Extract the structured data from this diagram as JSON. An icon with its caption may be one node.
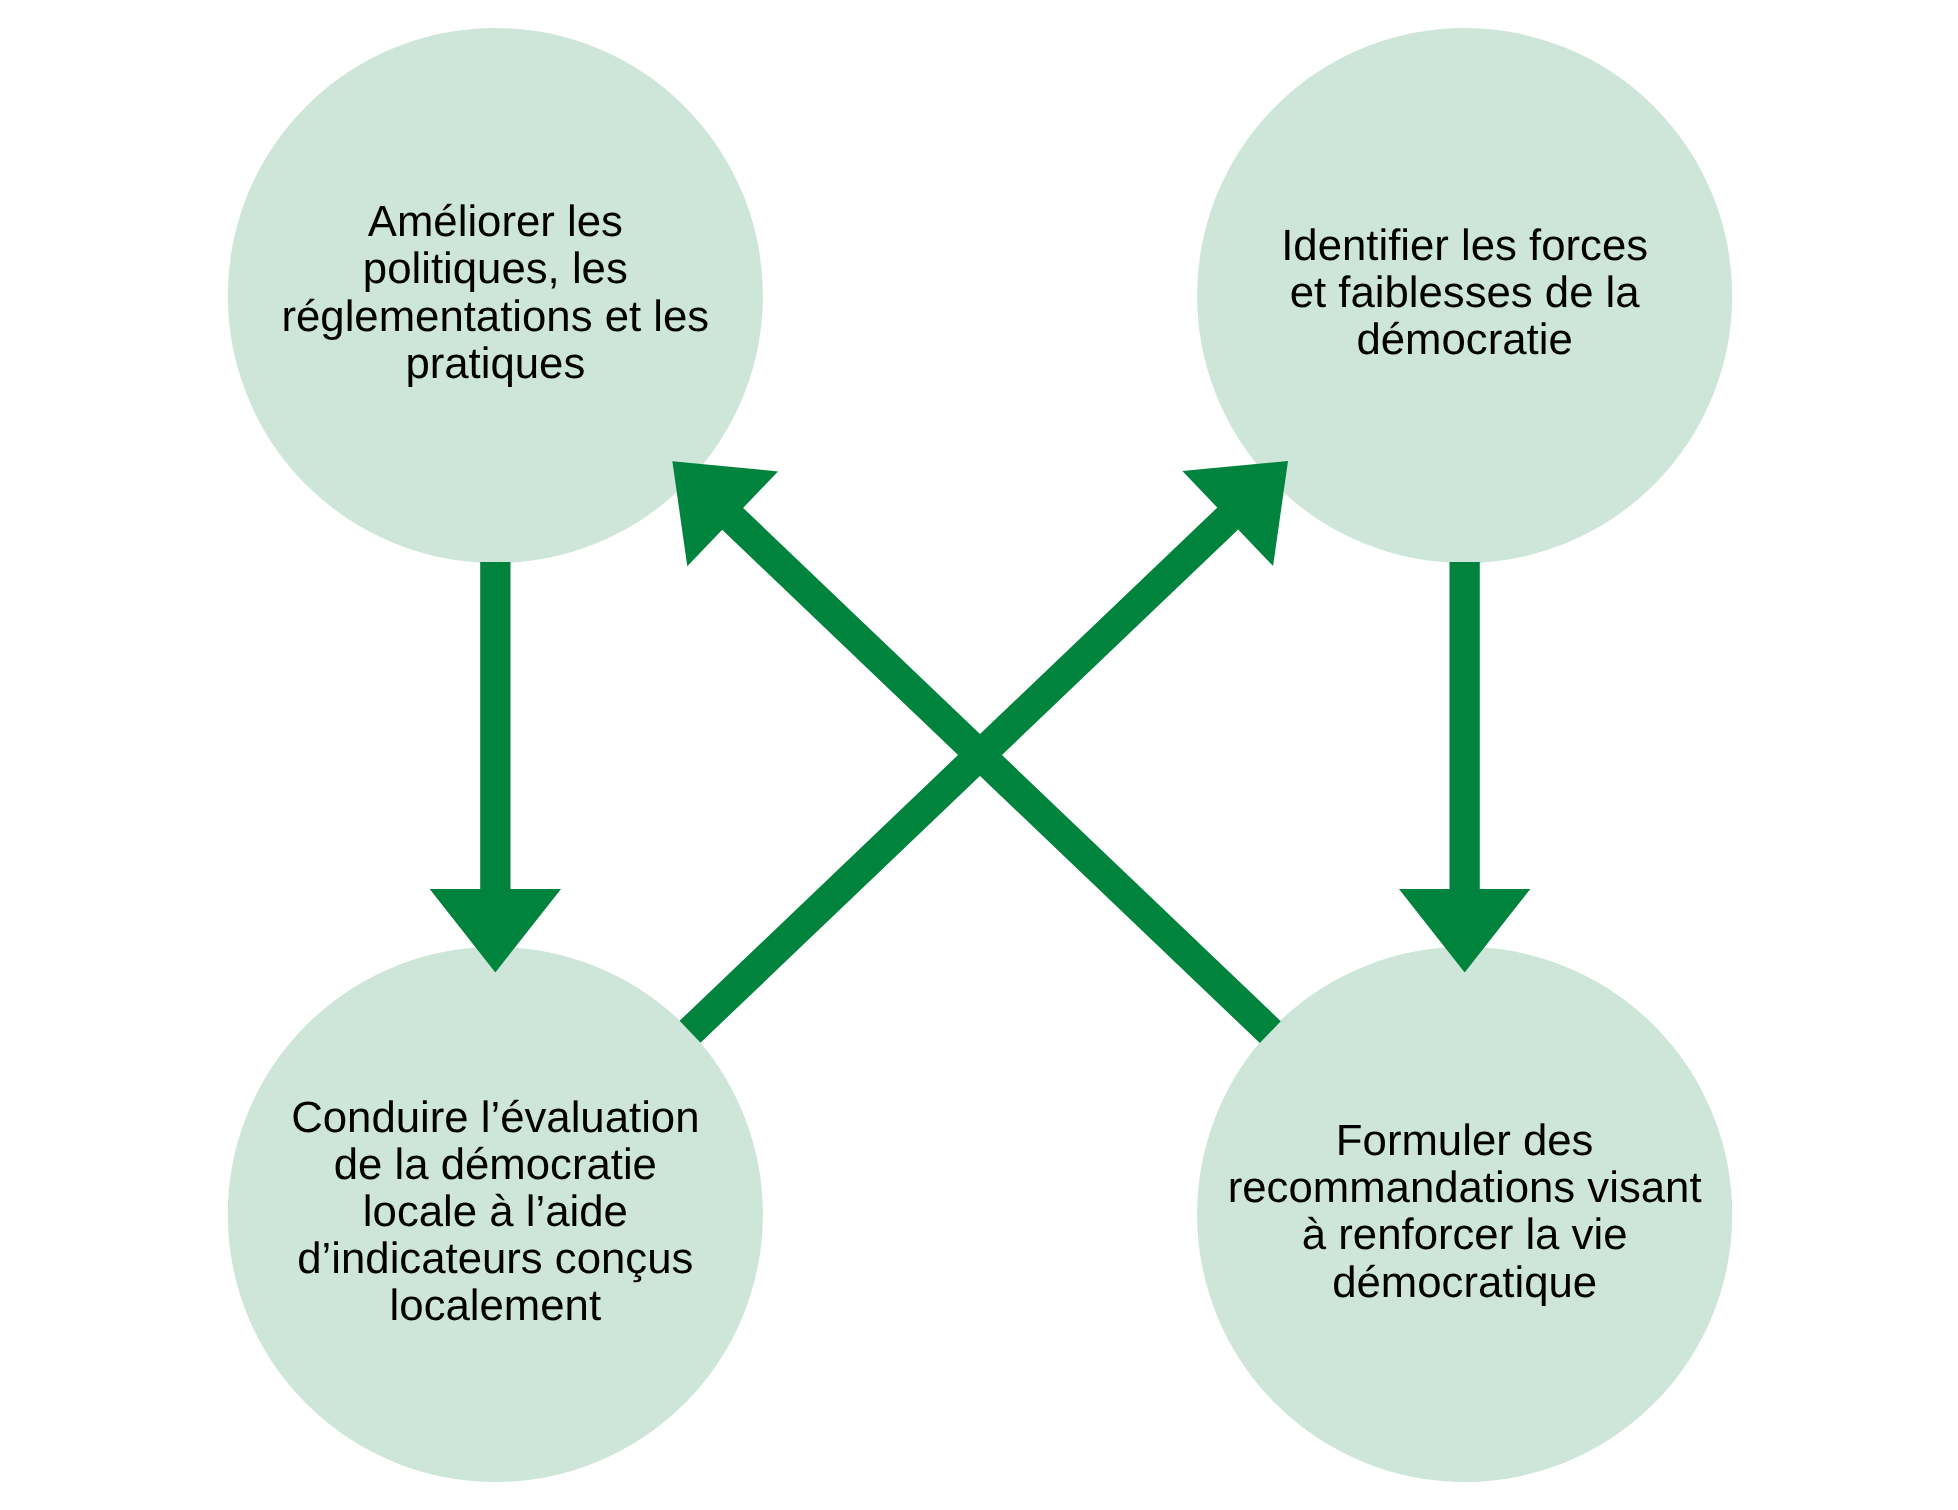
{
  "diagram": {
    "nodes": [
      {
        "text": [
          "Conduire l’évaluation de la démocratie locale à l’aide d’indicateurs conçus localement"
        ]
      },
      {
        "text": [
          "Identifier les forces et faiblesses de la démocratie"
        ]
      },
      {
        "text": [
          "Formuler des recommandations visant à renforcer la vie démocratique"
        ]
      },
      {
        "text": [
          "Améliorer les politiques, les réglementations et les pratiques"
        ]
      }
    ],
    "edges": [
      {
        "from": 0,
        "to": 1,
        "arrow": "to"
      },
      {
        "from": 1,
        "to": 2,
        "arrow": "to"
      },
      {
        "from": 2,
        "to": 3,
        "arrow": "to"
      },
      {
        "from": 3,
        "to": 0,
        "arrow": "to"
      }
    ]
  }
}
